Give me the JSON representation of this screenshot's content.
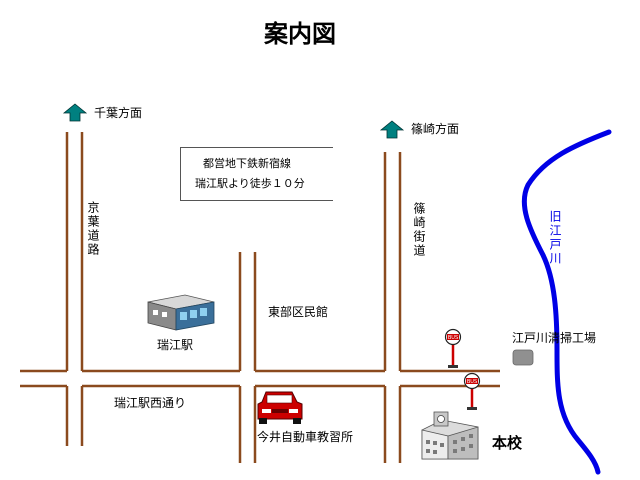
{
  "title": "案内図",
  "directions": {
    "chiba": "千葉方面",
    "shinozaki": "篠崎方面"
  },
  "roads": {
    "keiyo": "京葉道路",
    "shinozaki_kaido": "篠崎街道",
    "mizue_nishi": "瑞江駅西通り"
  },
  "river": "旧江戸川",
  "subway_note": {
    "line1": "都営地下鉄新宿線",
    "line2": "瑞江駅より徒歩１０分"
  },
  "landmarks": {
    "station": "瑞江駅",
    "community_hall": "東部区民館",
    "cleaning_plant": "江戸川清掃工場",
    "driving_school": "今井自動車教習所",
    "school": "本校"
  },
  "bus_stop_sign": "BUS",
  "colors": {
    "road": "#8b4a1e",
    "river": "#0000e6",
    "arrow": "#008080",
    "car": "#cc0000",
    "bus_pole": "#cc0000"
  },
  "icons": [
    "up-arrow-icon",
    "train-icon",
    "car-icon",
    "bus-stop-icon",
    "school-building-icon",
    "factory-icon"
  ]
}
